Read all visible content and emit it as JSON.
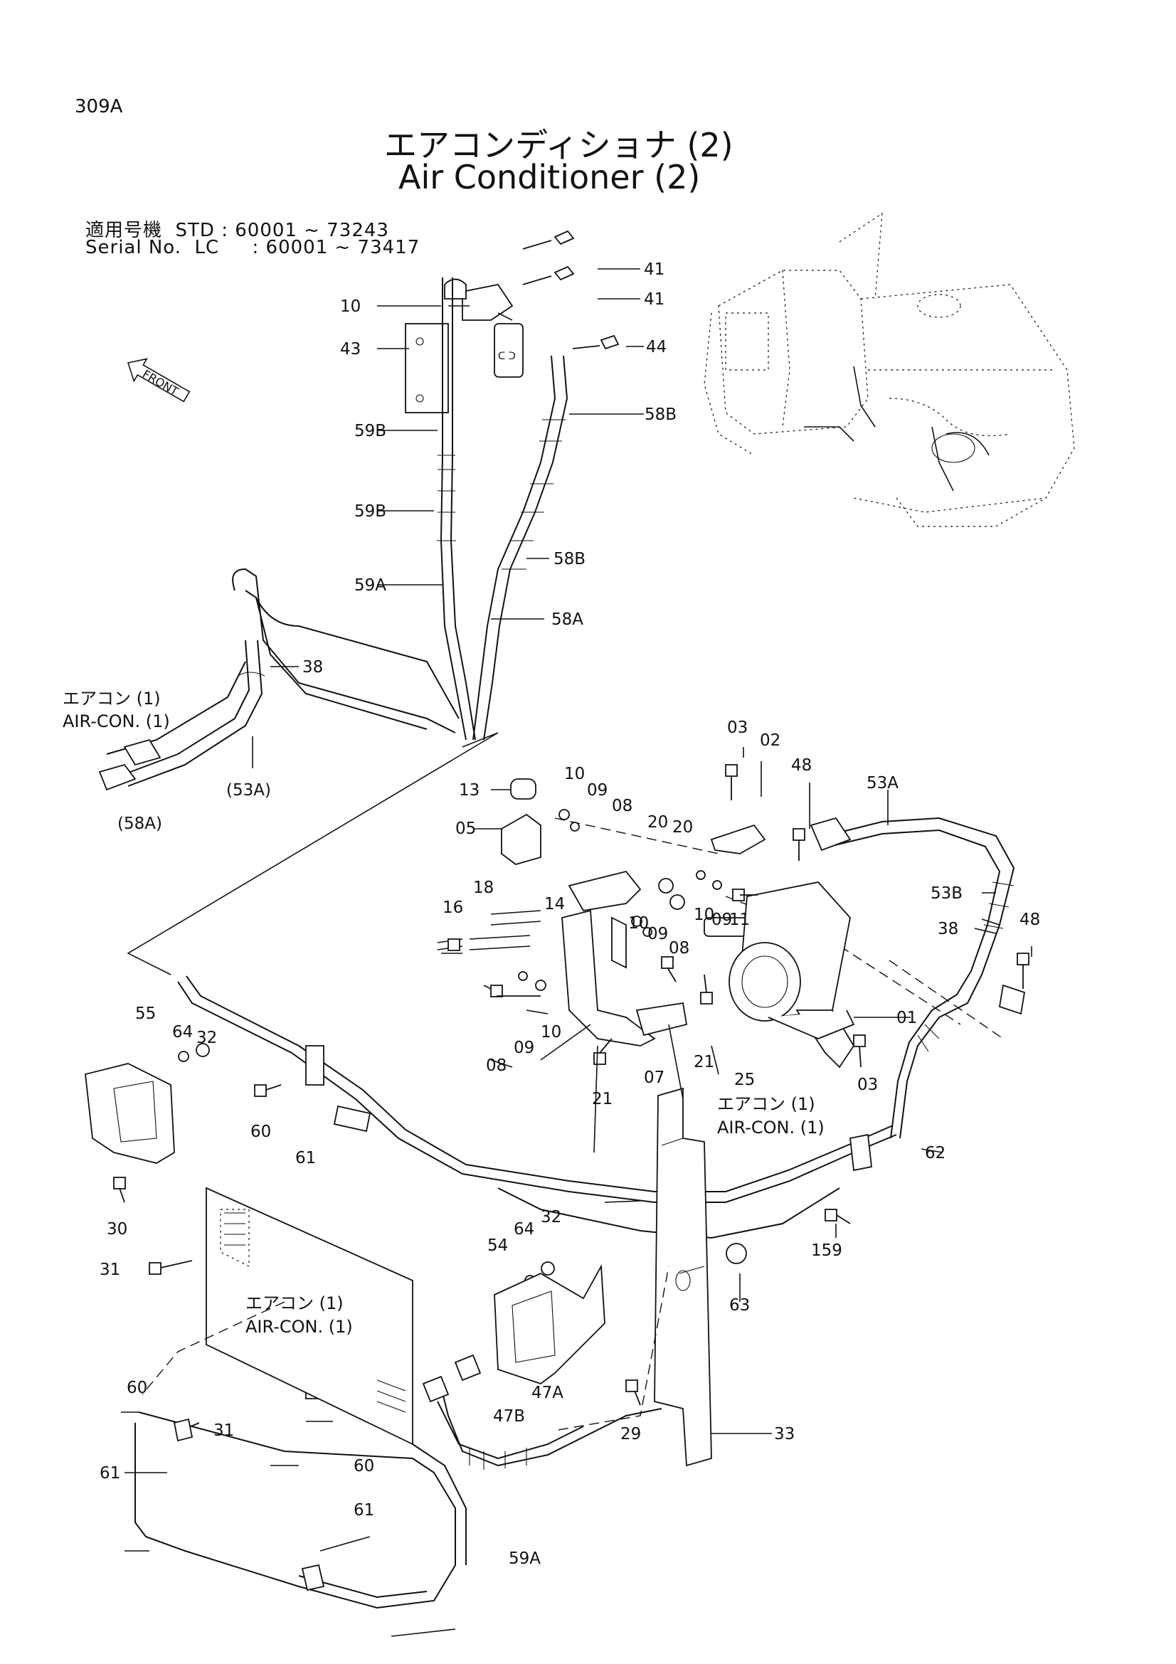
{
  "page_number": "309A",
  "title_jp": "エアコンディショナ (2)",
  "title_en": "Air Conditioner (2)",
  "serial": {
    "line1_label": "適用号機",
    "line1_model": "STD",
    "line1_range": ": 60001 ~ 73243",
    "line2_label": "Serial No.",
    "line2_model": "LC",
    "line2_range": ": 60001 ~ 73417"
  },
  "front_label": "FRONT",
  "refs": {
    "aircon_jp": "エアコン (1)",
    "aircon_en": "AIR-CON. (1)"
  },
  "callouts": {
    "c41a": "41",
    "c41b": "41",
    "c10a": "10",
    "c43": "43",
    "c44": "44",
    "c59b1": "59B",
    "c58b1": "58B",
    "c59b2": "59B",
    "c58b2": "58B",
    "c59a1": "59A",
    "c58a": "58A",
    "c38a": "38",
    "c53ap": "(53A)",
    "c58ap": "(58A)",
    "c03a": "03",
    "c02": "02",
    "c48a": "48",
    "c53a": "53A",
    "c13": "13",
    "c10b": "10",
    "c09a": "09",
    "c08a": "08",
    "c05": "05",
    "c20a": "20",
    "c20b": "20",
    "c53b": "53B",
    "c38b": "38",
    "c14": "14",
    "c18": "18",
    "c16": "16",
    "c10c": "10",
    "c09b": "09",
    "c11": "11",
    "c48b": "48",
    "c10d": "10",
    "c09c": "09",
    "c08b": "08",
    "c01": "01",
    "c08c": "08",
    "c09d": "09",
    "c10e": "10",
    "c21a": "21",
    "c25": "25",
    "c21b": "21",
    "c07": "07",
    "c03b": "03",
    "c55": "55",
    "c64a": "64",
    "c32a": "32",
    "c60a": "60",
    "c61a": "61",
    "c62": "62",
    "c30": "30",
    "c159": "159",
    "c54": "54",
    "c64b": "64",
    "c32b": "32",
    "c63": "63",
    "c31a": "31",
    "c60b": "60",
    "c31b": "31",
    "c47a": "47A",
    "c47b": "47B",
    "c29": "29",
    "c33": "33",
    "c61b": "61",
    "c60c": "60",
    "c61c": "61",
    "c59a2": "59A"
  }
}
